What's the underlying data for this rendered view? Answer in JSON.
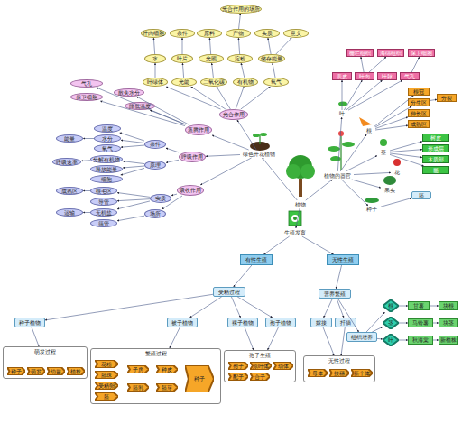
{
  "diagram": {
    "nodes": [
      {
        "text": [
          "植物"
        ]
      },
      {
        "text": [
          "绿色开花植物"
        ]
      },
      {
        "text": [
          "植物的器官"
        ]
      },
      {
        "text": [
          "生殖发育"
        ]
      },
      {
        "text": [
          "光合作用"
        ]
      },
      {
        "text": [
          "蒸腾作用"
        ]
      },
      {
        "text": [
          "呼吸作用"
        ]
      },
      {
        "text": [
          "吸收作用"
        ]
      },
      {
        "text": [
          "条件"
        ]
      },
      {
        "text": [
          "原理"
        ]
      },
      {
        "text": [
          "实质"
        ]
      },
      {
        "text": [
          "场所"
        ]
      },
      {
        "text": [
          "温度"
        ]
      },
      {
        "text": [
          "水分"
        ]
      },
      {
        "text": [
          "氧气"
        ]
      },
      {
        "text": [
          "分解有机物"
        ]
      },
      {
        "text": [
          "释放能量"
        ]
      },
      {
        "text": [
          "细胞"
        ]
      },
      {
        "text": [
          "根毛区"
        ]
      },
      {
        "text": [
          "导管"
        ]
      },
      {
        "text": [
          "无机盐"
        ]
      },
      {
        "text": [
          "筛管"
        ]
      },
      {
        "text": [
          "成熟区"
        ]
      },
      {
        "text": [
          "运输"
        ]
      },
      {
        "text": [
          "能量"
        ]
      },
      {
        "text": [
          "呼吸速率"
        ]
      },
      {
        "text": [
          "气孔"
        ]
      },
      {
        "text": [
          "保卫细胞"
        ]
      },
      {
        "text": [
          "散失水分"
        ]
      },
      {
        "text": [
          "降低温度"
        ]
      },
      {
        "text": [
          "叶绿体"
        ]
      },
      {
        "text": [
          "光能"
        ]
      },
      {
        "text": [
          "二氧化碳"
        ]
      },
      {
        "text": [
          "有机物"
        ]
      },
      {
        "text": [
          "氧气"
        ]
      },
      {
        "text": [
          "水"
        ]
      },
      {
        "text": [
          "叶片"
        ]
      },
      {
        "text": [
          "光照"
        ]
      },
      {
        "text": [
          "淀粉"
        ]
      },
      {
        "text": [
          "储存能量"
        ]
      },
      {
        "text": [
          "叶肉细胞"
        ]
      },
      {
        "text": [
          "条件"
        ]
      },
      {
        "text": [
          "原料"
        ]
      },
      {
        "text": [
          "产物"
        ]
      },
      {
        "text": [
          "实质"
        ]
      },
      {
        "text": [
          "意义"
        ]
      },
      {
        "text": [
          "光合作用的场所"
        ]
      },
      {
        "text": [
          "叶"
        ]
      },
      {
        "text": [
          "根"
        ]
      },
      {
        "text": [
          "茎"
        ]
      },
      {
        "text": [
          "花"
        ]
      },
      {
        "text": [
          "果实"
        ]
      },
      {
        "text": [
          "种子"
        ]
      },
      {
        "text": [
          "表皮"
        ]
      },
      {
        "text": [
          "叶肉"
        ]
      },
      {
        "text": [
          "叶脉"
        ]
      },
      {
        "text": [
          "气孔"
        ]
      },
      {
        "text": [
          "栅栏组织"
        ]
      },
      {
        "text": [
          "海绵组织"
        ]
      },
      {
        "text": [
          "保卫细胞"
        ]
      },
      {
        "text": [
          "根冠"
        ]
      },
      {
        "text": [
          "分生区"
        ]
      },
      {
        "text": [
          "伸长区"
        ]
      },
      {
        "text": [
          "成熟区"
        ]
      },
      {
        "text": [
          "分裂"
        ]
      },
      {
        "text": [
          "树皮"
        ]
      },
      {
        "text": [
          "形成层"
        ]
      },
      {
        "text": [
          "木质部"
        ]
      },
      {
        "text": [
          "髓"
        ]
      },
      {
        "text": [
          "胚"
        ]
      },
      {
        "text": [
          "有性生殖"
        ]
      },
      {
        "text": [
          "无性生殖"
        ]
      },
      {
        "text": [
          "受精过程"
        ]
      },
      {
        "text": [
          "种子植物"
        ]
      },
      {
        "text": [
          "被子植物"
        ]
      },
      {
        "text": [
          "裸子植物"
        ]
      },
      {
        "text": [
          "孢子植物"
        ]
      },
      {
        "text": [
          "营养繁殖"
        ]
      },
      {
        "text": [
          "嫁接"
        ]
      },
      {
        "text": [
          "扦插"
        ]
      },
      {
        "text": [
          "组织培养"
        ]
      },
      {
        "text": [
          "根"
        ]
      },
      {
        "text": [
          "茎"
        ]
      },
      {
        "text": [
          "叶"
        ]
      },
      {
        "text": [
          "甘薯"
        ]
      },
      {
        "text": [
          "马铃薯"
        ]
      },
      {
        "text": [
          "秋海棠"
        ]
      },
      {
        "text": [
          "块根"
        ]
      },
      {
        "text": [
          "块茎"
        ]
      },
      {
        "text": [
          "新植株"
        ]
      },
      {
        "text": [
          "萌发过程"
        ]
      },
      {
        "text": [
          "种子"
        ],
        "in": 90
      },
      {
        "text": [
          "萌发"
        ],
        "in": 90
      },
      {
        "text": [
          "幼苗"
        ],
        "in": 90
      },
      {
        "text": [
          "植株"
        ],
        "in": 90
      },
      {
        "text": [
          "繁殖过程"
        ]
      },
      {
        "text": [
          "花粉"
        ],
        "in": 95
      },
      {
        "text": [
          "胚珠"
        ],
        "in": 95
      },
      {
        "text": [
          "受精卵"
        ],
        "in": 95
      },
      {
        "text": [
          "胚"
        ],
        "in": 95
      },
      {
        "text": [
          "子房"
        ],
        "in": 95
      },
      {
        "text": [
          "胚乳"
        ],
        "in": 95
      },
      {
        "text": [
          "种皮"
        ],
        "in": 95
      },
      {
        "text": [
          "胚芽"
        ],
        "in": 95
      },
      {
        "text": [
          "种子"
        ],
        "in": 95
      },
      {
        "text": [
          "孢子生殖"
        ]
      },
      {
        "text": [
          "孢子"
        ],
        "in": 105
      },
      {
        "text": [
          "原叶体"
        ],
        "in": 105
      },
      {
        "text": [
          "幼体"
        ],
        "in": 105
      },
      {
        "text": [
          "配子"
        ],
        "in": 105
      },
      {
        "text": [
          "合子"
        ],
        "in": 105
      },
      {
        "text": [
          "无性过程"
        ]
      },
      {
        "text": [
          "母体"
        ],
        "in": 111
      },
      {
        "text": [
          "接穗"
        ],
        "in": 111
      },
      {
        "text": [
          "新个体"
        ],
        "in": 111
      }
    ],
    "edges": [
      {
        "from": 0,
        "to": 1,
        "arrow": "to"
      },
      {
        "from": 0,
        "to": 2,
        "arrow": "to"
      },
      {
        "from": 0,
        "to": 3,
        "arrow": "to"
      },
      {
        "from": 1,
        "to": 4,
        "arrow": "to"
      },
      {
        "from": 1,
        "to": 5,
        "arrow": "to"
      },
      {
        "from": 1,
        "to": 6,
        "arrow": "to"
      },
      {
        "from": 1,
        "to": 7,
        "arrow": "to"
      },
      {
        "from": 6,
        "to": 8,
        "arrow": "to"
      },
      {
        "from": 6,
        "to": 9,
        "arrow": "to"
      },
      {
        "from": 7,
        "to": 10,
        "arrow": "to"
      },
      {
        "from": 7,
        "to": 11,
        "arrow": "to"
      },
      {
        "from": 8,
        "to": 12,
        "arrow": "to"
      },
      {
        "from": 8,
        "to": 13,
        "arrow": "to"
      },
      {
        "from": 8,
        "to": 14,
        "arrow": "to"
      },
      {
        "from": 9,
        "to": 15,
        "arrow": "to"
      },
      {
        "from": 9,
        "to": 16,
        "arrow": "to"
      },
      {
        "from": 9,
        "to": 17,
        "arrow": "to"
      },
      {
        "from": 10,
        "to": 18,
        "arrow": "to"
      },
      {
        "from": 10,
        "to": 19,
        "arrow": "to"
      },
      {
        "from": 10,
        "to": 20,
        "arrow": "to"
      },
      {
        "from": 11,
        "to": 21,
        "arrow": "to"
      },
      {
        "from": 18,
        "to": 22,
        "arrow": "to"
      },
      {
        "from": 20,
        "to": 23,
        "arrow": "to"
      },
      {
        "from": 13,
        "to": 24,
        "arrow": "to"
      },
      {
        "from": 15,
        "to": 25,
        "arrow": "to"
      },
      {
        "from": 5,
        "to": 26,
        "arrow": "to"
      },
      {
        "from": 5,
        "to": 27,
        "arrow": "to"
      },
      {
        "from": 5,
        "to": 28,
        "arrow": "to"
      },
      {
        "from": 5,
        "to": 29,
        "arrow": "to"
      },
      {
        "from": 4,
        "to": 30,
        "arrow": "to"
      },
      {
        "from": 4,
        "to": 31,
        "arrow": "to"
      },
      {
        "from": 4,
        "to": 32,
        "arrow": "to"
      },
      {
        "from": 4,
        "to": 33,
        "arrow": "to"
      },
      {
        "from": 4,
        "to": 34,
        "arrow": "to"
      },
      {
        "from": 30,
        "to": 35,
        "arrow": "to"
      },
      {
        "from": 31,
        "to": 36,
        "arrow": "to"
      },
      {
        "from": 32,
        "to": 37,
        "arrow": "to"
      },
      {
        "from": 33,
        "to": 38,
        "arrow": "to"
      },
      {
        "from": 34,
        "to": 39,
        "arrow": "to"
      },
      {
        "from": 35,
        "to": 40,
        "arrow": "to"
      },
      {
        "from": 36,
        "to": 41,
        "arrow": "to"
      },
      {
        "from": 37,
        "to": 42,
        "arrow": "to"
      },
      {
        "from": 38,
        "to": 43,
        "arrow": "to"
      },
      {
        "from": 39,
        "to": 44,
        "arrow": "to"
      },
      {
        "from": 39,
        "to": 45,
        "arrow": "to"
      },
      {
        "from": 43,
        "to": 46,
        "arrow": "to"
      },
      {
        "from": 2,
        "to": 47,
        "arrow": "to"
      },
      {
        "from": 2,
        "to": 48,
        "arrow": "to"
      },
      {
        "from": 2,
        "to": 49,
        "arrow": "to"
      },
      {
        "from": 2,
        "to": 50,
        "arrow": "to"
      },
      {
        "from": 2,
        "to": 51,
        "arrow": "to"
      },
      {
        "from": 2,
        "to": 52,
        "arrow": "to"
      },
      {
        "from": 47,
        "to": 53,
        "arrow": "to"
      },
      {
        "from": 47,
        "to": 54,
        "arrow": "to"
      },
      {
        "from": 47,
        "to": 55,
        "arrow": "to"
      },
      {
        "from": 47,
        "to": 56,
        "arrow": "to"
      },
      {
        "from": 54,
        "to": 57,
        "arrow": "to"
      },
      {
        "from": 54,
        "to": 58,
        "arrow": "to"
      },
      {
        "from": 56,
        "to": 59,
        "arrow": "to"
      },
      {
        "from": 48,
        "to": 60,
        "arrow": "to"
      },
      {
        "from": 48,
        "to": 61,
        "arrow": "to"
      },
      {
        "from": 48,
        "to": 62,
        "arrow": "to"
      },
      {
        "from": 48,
        "to": 63,
        "arrow": "to"
      },
      {
        "from": 61,
        "to": 64,
        "arrow": "to"
      },
      {
        "from": 49,
        "to": 65,
        "arrow": "to"
      },
      {
        "from": 49,
        "to": 66,
        "arrow": "to"
      },
      {
        "from": 49,
        "to": 67,
        "arrow": "to"
      },
      {
        "from": 49,
        "to": 68,
        "arrow": "to"
      },
      {
        "from": 52,
        "to": 69,
        "arrow": "to"
      },
      {
        "from": 3,
        "to": 70,
        "arrow": "to"
      },
      {
        "from": 3,
        "to": 71,
        "arrow": "to"
      },
      {
        "from": 70,
        "to": 72,
        "arrow": "to"
      },
      {
        "from": 72,
        "to": 73,
        "arrow": "to"
      },
      {
        "from": 72,
        "to": 74,
        "arrow": "to"
      },
      {
        "from": 72,
        "to": 75,
        "arrow": "to"
      },
      {
        "from": 72,
        "to": 76,
        "arrow": "to"
      },
      {
        "from": 71,
        "to": 77,
        "arrow": "to"
      },
      {
        "from": 77,
        "to": 78,
        "arrow": "to"
      },
      {
        "from": 77,
        "to": 79,
        "arrow": "to"
      },
      {
        "from": 77,
        "to": 80,
        "arrow": "to"
      },
      {
        "from": 80,
        "to": 81,
        "arrow": "to"
      },
      {
        "from": 80,
        "to": 82,
        "arrow": "to"
      },
      {
        "from": 80,
        "to": 83,
        "arrow": "to"
      },
      {
        "from": 81,
        "to": 84,
        "arrow": "to"
      },
      {
        "from": 82,
        "to": 85,
        "arrow": "to"
      },
      {
        "from": 83,
        "to": 86,
        "arrow": "to"
      },
      {
        "from": 84,
        "to": 87,
        "arrow": "to"
      },
      {
        "from": 85,
        "to": 88,
        "arrow": "to"
      },
      {
        "from": 86,
        "to": 89,
        "arrow": "to"
      },
      {
        "from": 73,
        "to": 90,
        "arrow": "to"
      },
      {
        "from": 74,
        "to": 95,
        "arrow": "to"
      },
      {
        "from": 75,
        "to": 105,
        "arrow": "to"
      },
      {
        "from": 76,
        "to": 105,
        "arrow": "to"
      },
      {
        "from": 78,
        "to": 111,
        "arrow": "to"
      },
      {
        "from": 79,
        "to": 111,
        "arrow": "to"
      }
    ]
  }
}
